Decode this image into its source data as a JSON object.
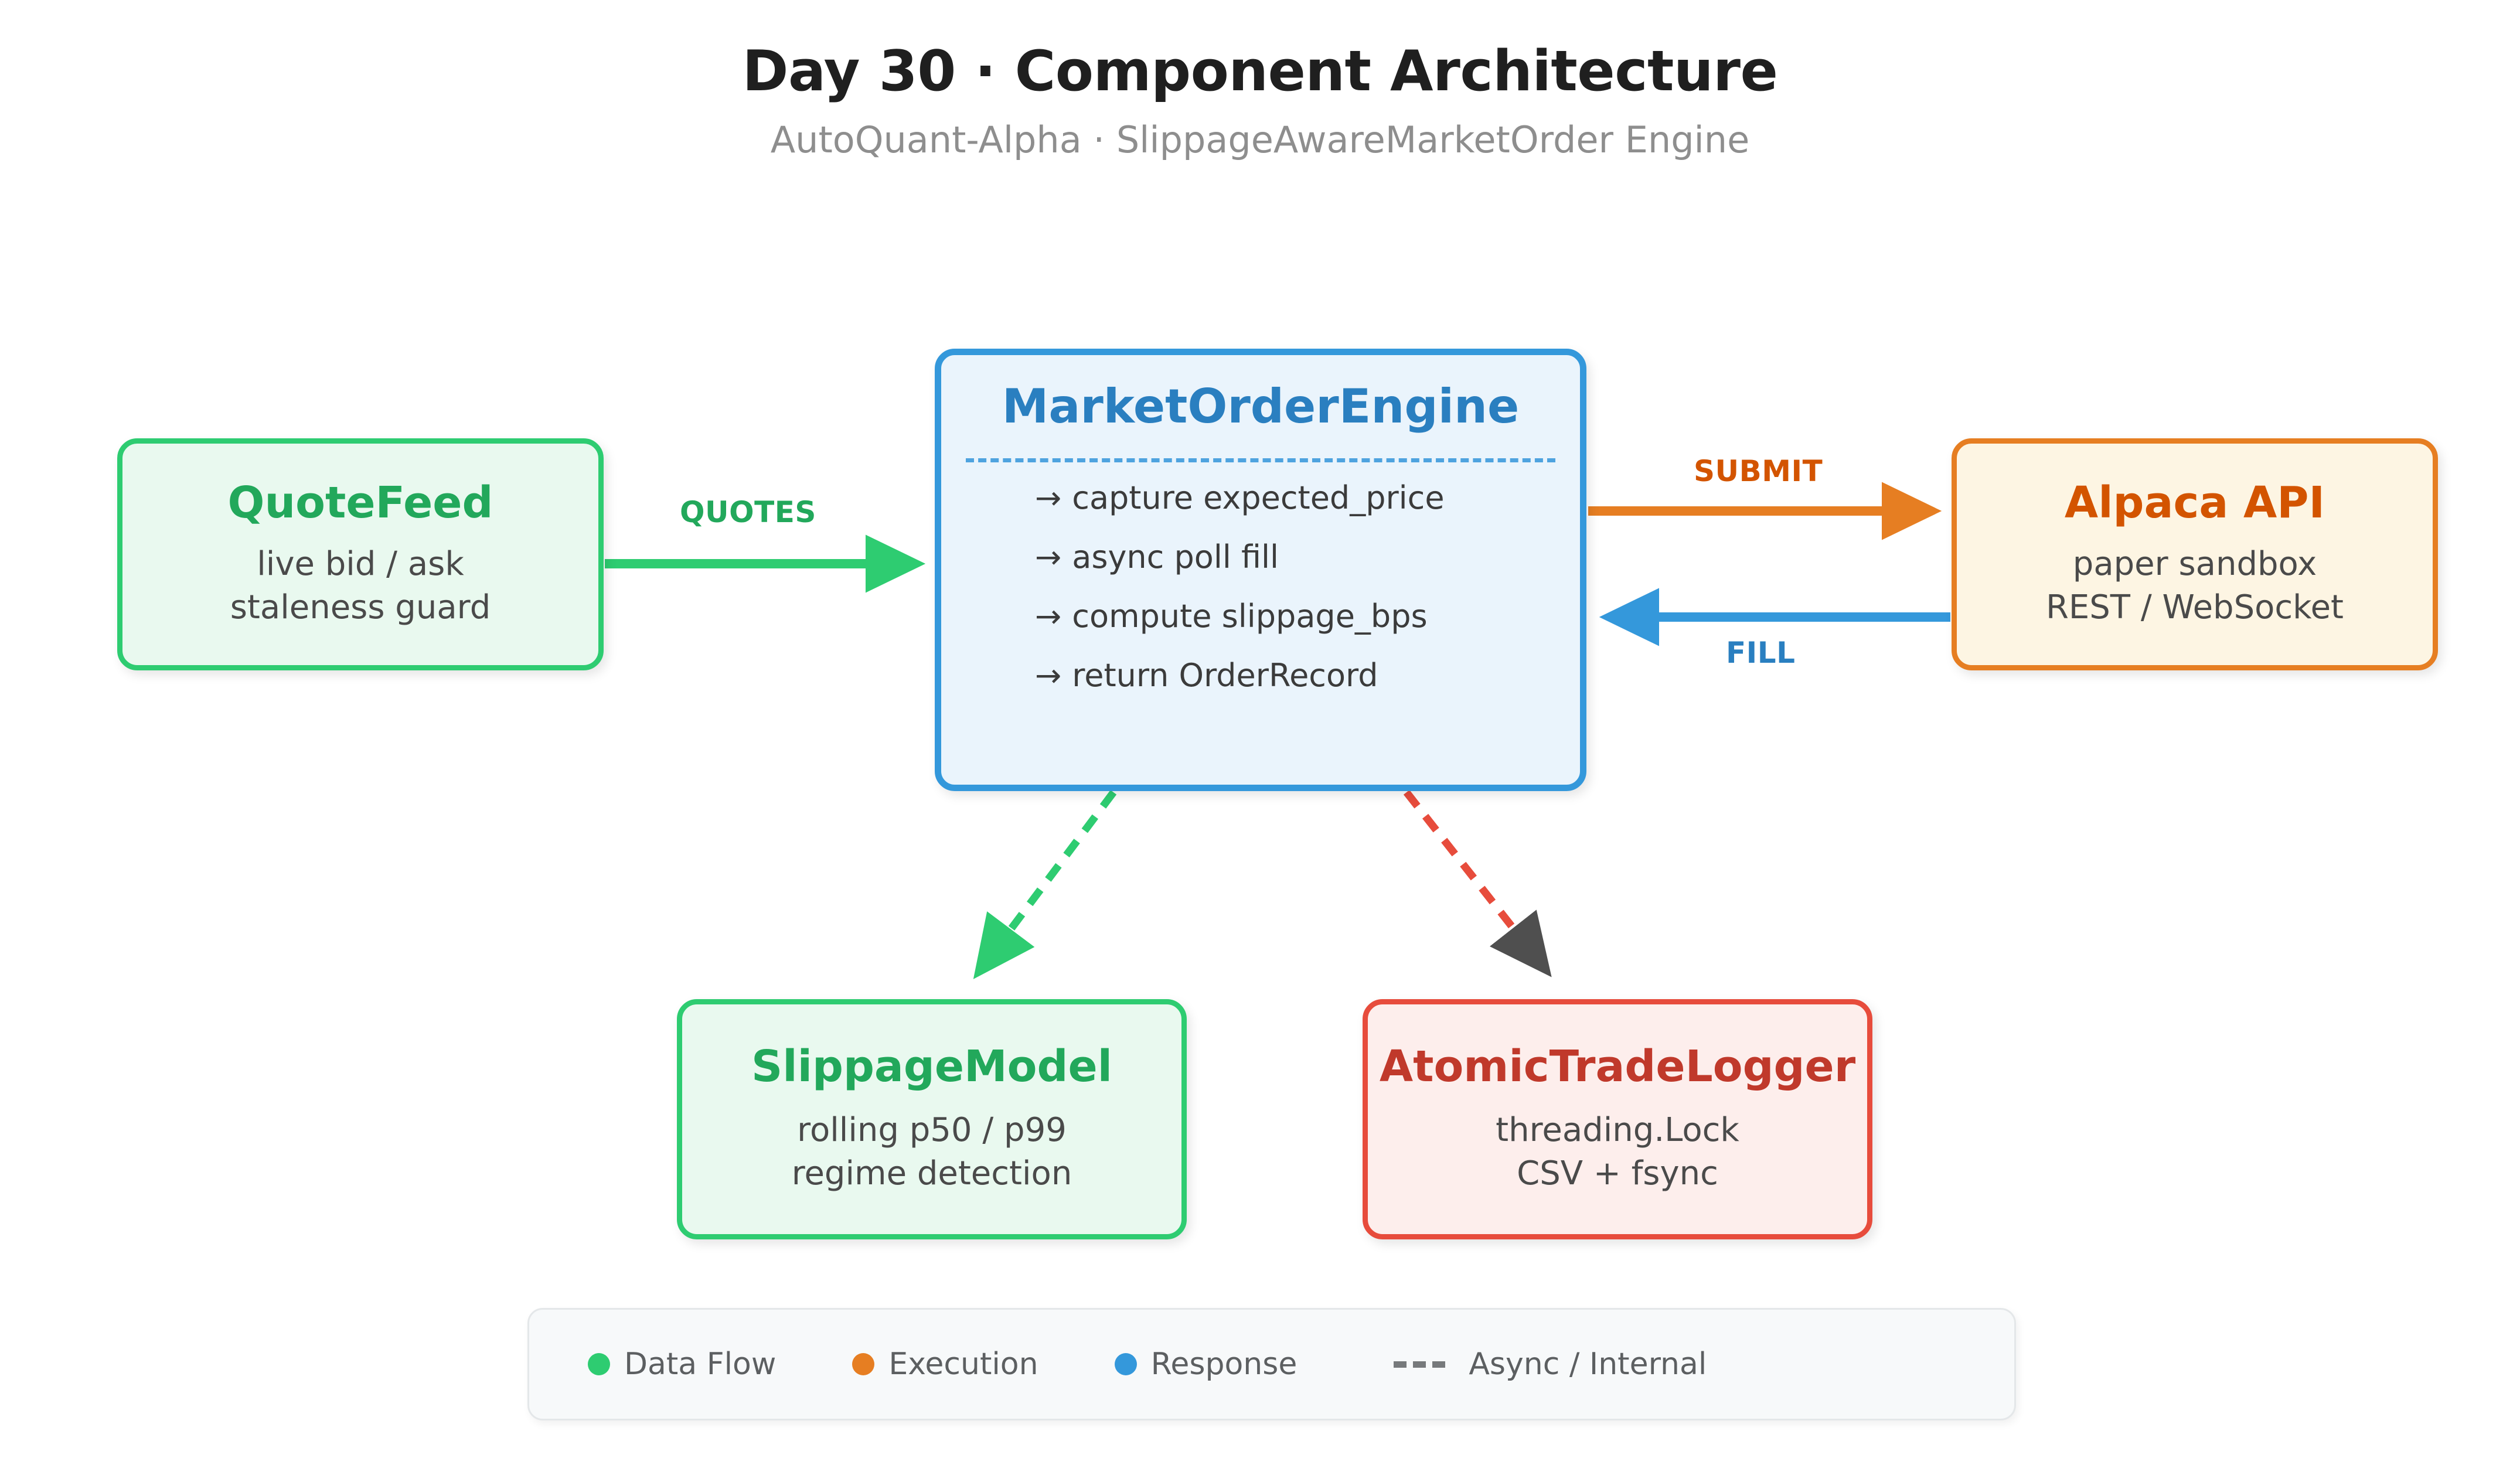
{
  "header": {
    "title": "Day 30 · Component Architecture",
    "subtitle": "AutoQuant-Alpha · SlippageAwareMarketOrder Engine"
  },
  "nodes": {
    "quotefeed": {
      "title": "QuoteFeed",
      "sub_line1": "live bid / ask",
      "sub_line2": "staleness guard",
      "border_color": "#2ecc71",
      "fill_color": "#e9f9ef",
      "title_color": "#22a85b"
    },
    "engine": {
      "title": "MarketOrderEngine",
      "lines": [
        {
          "arrow": "→",
          "text": "capture expected_price"
        },
        {
          "arrow": "→",
          "text": "async poll fill"
        },
        {
          "arrow": "→",
          "text": "compute slippage_bps"
        },
        {
          "arrow": "→",
          "text": "return OrderRecord"
        }
      ],
      "border_color": "#3498db",
      "fill_color": "#eaf4fc",
      "title_color": "#2a7fc0"
    },
    "alpaca": {
      "title": "Alpaca API",
      "sub_line1": "paper sandbox",
      "sub_line2": "REST / WebSocket",
      "border_color": "#e67e22",
      "fill_color": "#fdf5e3",
      "title_color": "#d35400"
    },
    "slippage": {
      "title": "SlippageModel",
      "sub_line1": "rolling p50 / p99",
      "sub_line2": "regime detection",
      "border_color": "#2ecc71",
      "fill_color": "#e9f9ef",
      "title_color": "#22a85b"
    },
    "logger": {
      "title": "AtomicTradeLogger",
      "sub_line1": "threading.Lock",
      "sub_line2": "CSV + fsync",
      "border_color": "#e74c3c",
      "fill_color": "#fdeeec",
      "title_color": "#c0392b"
    }
  },
  "edges": {
    "quotes": {
      "label": "QUOTES",
      "color": "#2ecc71",
      "from": "quotefeed",
      "to": "engine",
      "style": "solid"
    },
    "submit": {
      "label": "SUBMIT",
      "color": "#e67e22",
      "from": "engine",
      "to": "alpaca",
      "style": "solid"
    },
    "fill": {
      "label": "FILL",
      "color": "#3498db",
      "from": "alpaca",
      "to": "engine",
      "style": "solid"
    },
    "to_slippage": {
      "label": "",
      "color": "#2ecc71",
      "from": "engine",
      "to": "slippage",
      "style": "dashed"
    },
    "to_logger": {
      "label": "",
      "color": "#e74c3c",
      "from": "engine",
      "to": "logger",
      "style": "dashed",
      "arrowhead_color": "#4f4f4f"
    }
  },
  "legend": {
    "items": [
      {
        "label": "Data Flow",
        "marker": "dot",
        "color": "#2ecc71"
      },
      {
        "label": "Execution",
        "marker": "dot",
        "color": "#e67e22"
      },
      {
        "label": "Response",
        "marker": "dot",
        "color": "#3498db"
      },
      {
        "label": "Async / Internal",
        "marker": "dash",
        "color": "#777a7c"
      }
    ]
  }
}
